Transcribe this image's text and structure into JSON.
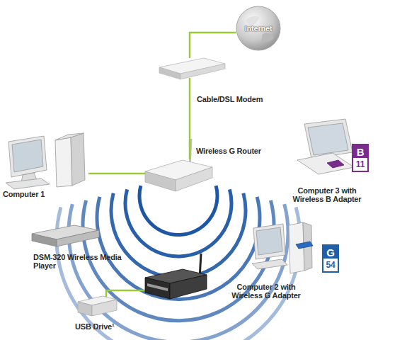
{
  "diagram": {
    "nodes": [
      {
        "text": [
          "Internet"
        ]
      },
      {
        "text": [
          "Cable/DSL Modem"
        ]
      },
      {
        "text": [
          "Wireless G Router"
        ]
      },
      {
        "text": [
          "Computer 1"
        ]
      },
      {
        "text": [
          "Computer 3 with Wireless B Adapter"
        ]
      },
      {
        "text": [
          "B",
          "11"
        ]
      },
      {
        "text": [
          "DSM-320 Wireless Media Player"
        ]
      },
      {
        "text": [
          "Computer 2 with Wireless G Adapter"
        ]
      },
      {
        "text": [
          "G",
          "54"
        ]
      },
      {
        "text": [
          "USB Drive¹"
        ]
      }
    ],
    "edges": [
      {
        "from": 0,
        "to": 1,
        "arrow": "none"
      },
      {
        "from": 1,
        "to": 2,
        "arrow": "none"
      },
      {
        "from": 2,
        "to": 3,
        "arrow": "none"
      }
    ]
  }
}
